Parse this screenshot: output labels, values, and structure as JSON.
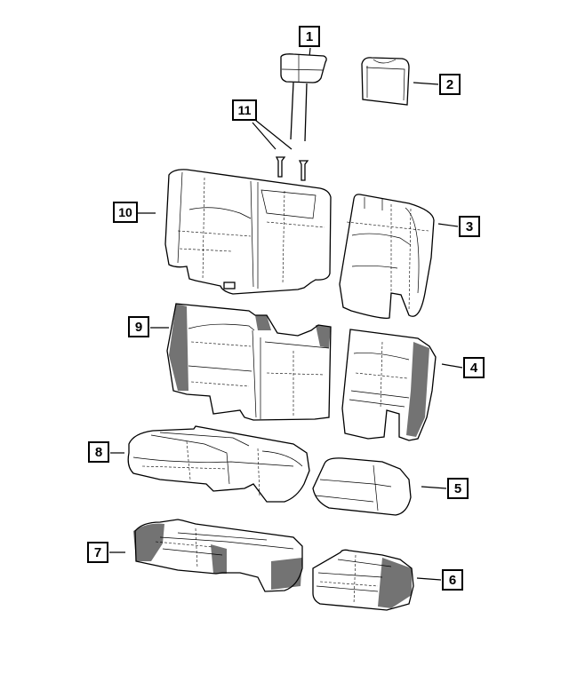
{
  "diagram": {
    "type": "exploded parts diagram",
    "subject": "rear seat cushion and back components",
    "callouts": [
      {
        "id": "1",
        "label": "1",
        "part": "headrest"
      },
      {
        "id": "2",
        "label": "2",
        "part": "headrest cover"
      },
      {
        "id": "3",
        "label": "3",
        "part": "seat back cover (right)"
      },
      {
        "id": "4",
        "label": "4",
        "part": "seat back pad (right)"
      },
      {
        "id": "5",
        "label": "5",
        "part": "seat cushion cover (right)"
      },
      {
        "id": "6",
        "label": "6",
        "part": "seat cushion pad (right)"
      },
      {
        "id": "7",
        "label": "7",
        "part": "seat cushion pad (left)"
      },
      {
        "id": "8",
        "label": "8",
        "part": "seat cushion cover (left)"
      },
      {
        "id": "9",
        "label": "9",
        "part": "seat back pad (left)"
      },
      {
        "id": "10",
        "label": "10",
        "part": "seat back cover (left)"
      },
      {
        "id": "11",
        "label": "11",
        "part": "headrest guide sleeves"
      }
    ]
  }
}
